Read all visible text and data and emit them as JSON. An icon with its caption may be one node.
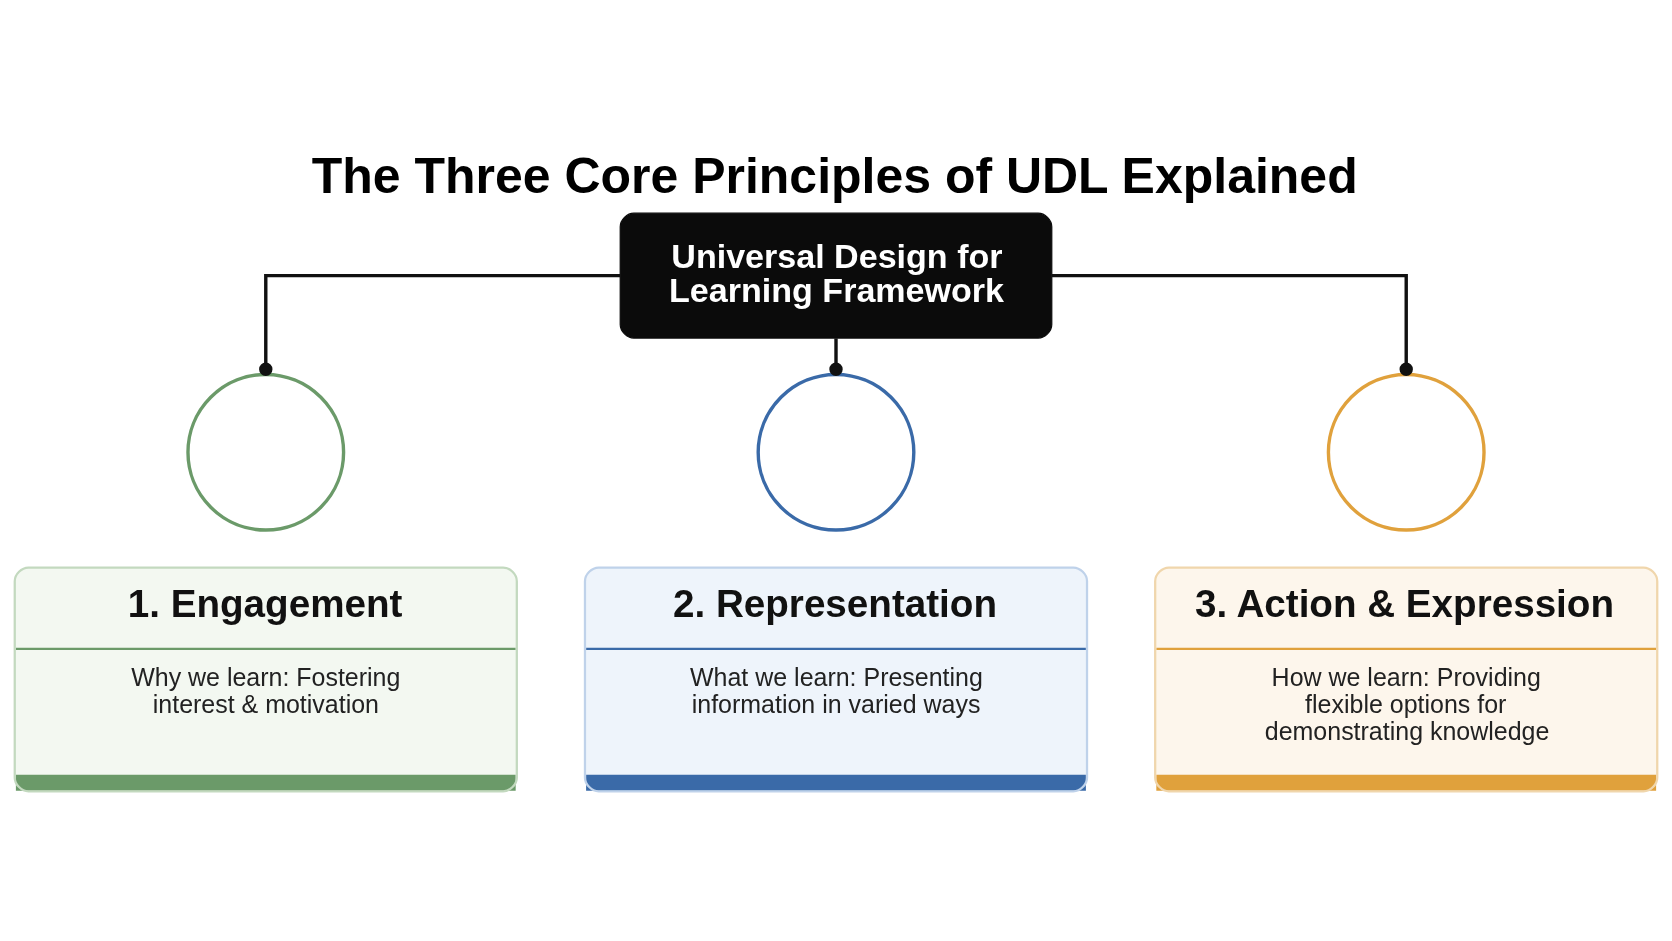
{
  "diagram": {
    "title": "The Three Core Principles of UDL Explained",
    "nodes": [
      {
        "text": [
          "Universal Design for Learning Framework"
        ]
      },
      {
        "text": [],
        "shape": "circle"
      },
      {
        "text": [
          "1. Engagement",
          "Why we learn: Fostering interest & motivation"
        ]
      },
      {
        "text": [],
        "shape": "circle"
      },
      {
        "text": [
          "2. Representation",
          "What we learn: Presenting information in varied ways"
        ]
      },
      {
        "text": [],
        "shape": "circle"
      },
      {
        "text": [
          "3. Action & Expression",
          "How we learn: Providing flexible options for demonstrating knowledge"
        ]
      }
    ],
    "edges": [
      {
        "from": 0,
        "to": 1,
        "arrow": "other"
      },
      {
        "from": 0,
        "to": 3,
        "arrow": "other"
      },
      {
        "from": 0,
        "to": 5,
        "arrow": "other"
      }
    ]
  }
}
